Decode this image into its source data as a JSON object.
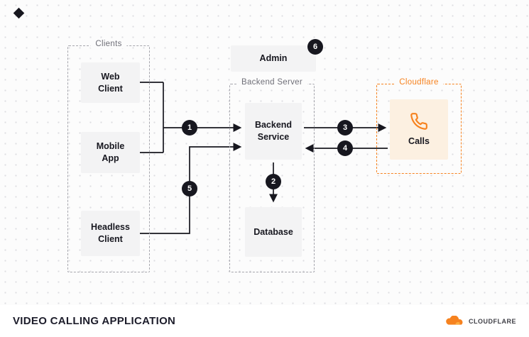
{
  "page": {
    "title": "VIDEO CALLING APPLICATION"
  },
  "brand": {
    "name": "CLOUDFLARE"
  },
  "groups": {
    "clients": {
      "label": "Clients",
      "items": [
        {
          "label": "Web Client"
        },
        {
          "label": "Mobile App"
        },
        {
          "label": "Headless Client"
        }
      ]
    },
    "backend": {
      "label": "Backend Server",
      "items": [
        {
          "label": "Backend Service"
        },
        {
          "label": "Database"
        }
      ]
    },
    "cloudflare": {
      "label": "Cloudflare",
      "items": [
        {
          "label": "Calls"
        }
      ]
    }
  },
  "admin": {
    "label": "Admin"
  },
  "steps": [
    "1",
    "2",
    "3",
    "4",
    "5",
    "6"
  ],
  "icons": {
    "calls": "phone-icon",
    "brand": "cloudflare-cloud-icon",
    "corner": "diamond-icon"
  },
  "colors": {
    "accent_orange": "#f6821f",
    "node_bg": "#f3f3f4",
    "calls_bg": "#fcf0e1",
    "line": "#17171f",
    "muted_label": "#6f6f78"
  }
}
